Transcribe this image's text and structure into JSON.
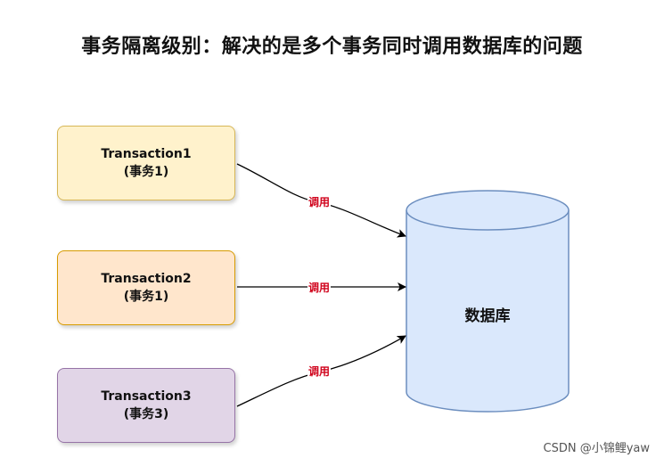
{
  "title": "事务隔离级别：解决的是多个事务同时调用数据库的问题",
  "transactions": [
    {
      "name": "Transaction1",
      "sub": "(事务1)",
      "fill": "#fff2cc",
      "border": "#d6b656"
    },
    {
      "name": "Transaction2",
      "sub": "(事务1)",
      "fill": "#ffe6cc",
      "border": "#d79b00"
    },
    {
      "name": "Transaction3",
      "sub": "(事务3)",
      "fill": "#e1d5e7",
      "border": "#9673a6"
    }
  ],
  "edges": [
    {
      "label": "调用"
    },
    {
      "label": "调用"
    },
    {
      "label": "调用"
    }
  ],
  "database": {
    "label": "数据库",
    "fill": "#dae8fc",
    "border": "#6c8ebf"
  },
  "watermark": "CSDN @小锦鲤yaw"
}
